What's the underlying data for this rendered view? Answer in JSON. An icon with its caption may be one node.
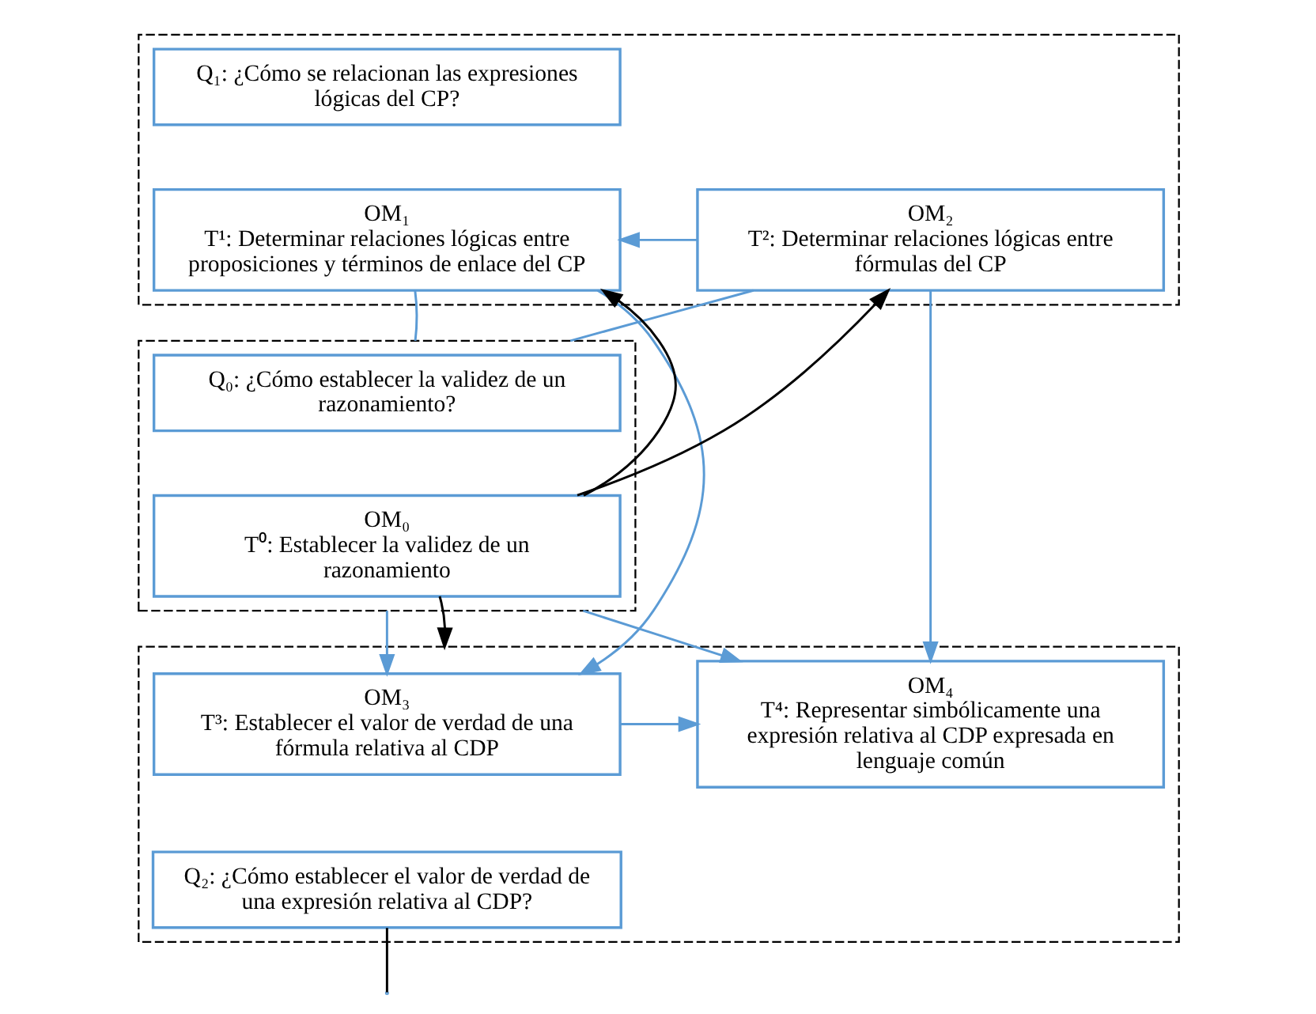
{
  "diagram": {
    "nodes": [
      {
        "text": [],
        "shape": "box"
      },
      {
        "text": [
          "Q₁: ¿Cómo se relacionan las expresiones lógicas del CP?"
        ],
        "in": 0
      },
      {
        "text": [
          "OM₁",
          "T¹: Determinar relaciones lógicas entre proposiciones y términos de enlace del CP"
        ],
        "in": 0
      },
      {
        "text": [
          "OM₂",
          "T²: Determinar relaciones lógicas entre fórmulas del CP"
        ],
        "in": 0
      },
      {
        "text": [],
        "shape": "box"
      },
      {
        "text": [
          "Q₀: ¿Cómo establecer la validez de un razonamiento?"
        ],
        "in": 4
      },
      {
        "text": [
          "OM₀",
          "T⁰: Establecer la validez de un razonamiento"
        ],
        "in": 4
      },
      {
        "text": [],
        "shape": "box"
      },
      {
        "text": [
          "OM₃",
          "T³: Establecer el valor de verdad de una fórmula relativa al CDP"
        ],
        "in": 7
      },
      {
        "text": [
          "OM₄",
          "T⁴: Representar simbólicamente una expresión relativa al CDP expresada en lenguaje común"
        ],
        "in": 7
      },
      {
        "text": [
          "Q₂: ¿Cómo establecer el valor de verdad de una expresión relativa al CDP?"
        ],
        "in": 7
      }
    ],
    "edges": [
      {
        "from": 3,
        "to": 2,
        "arrow": "to"
      },
      {
        "from": 6,
        "to": 2,
        "arrow": "to",
        "color": "#000000"
      },
      {
        "from": 6,
        "to": 3,
        "arrow": "to",
        "color": "#000000"
      },
      {
        "from": 2,
        "to": 4,
        "arrow": "none"
      },
      {
        "from": 3,
        "to": 4,
        "arrow": "none"
      },
      {
        "from": 2,
        "to": 8,
        "arrow": "to"
      },
      {
        "from": 4,
        "to": 8,
        "arrow": "to"
      },
      {
        "from": 4,
        "to": 9,
        "arrow": "to"
      },
      {
        "from": 3,
        "to": 9,
        "arrow": "to"
      },
      {
        "from": 6,
        "to": 7,
        "arrow": "to",
        "color": "#000000"
      },
      {
        "from": 8,
        "to": 9,
        "arrow": "to"
      },
      {
        "from": 10,
        "to": null,
        "arrow": "none",
        "color": "#000000"
      }
    ]
  }
}
